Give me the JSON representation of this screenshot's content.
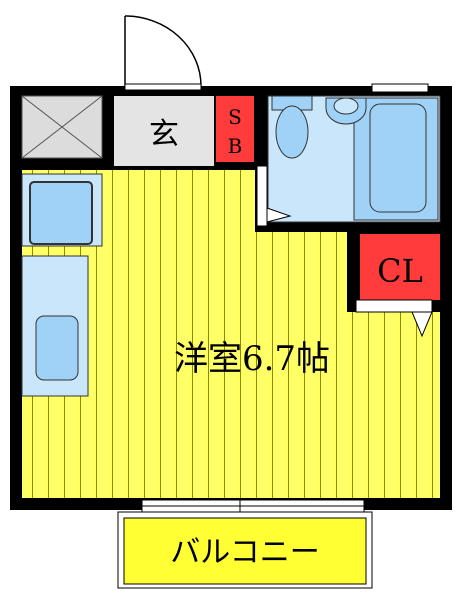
{
  "rooms": {
    "entrance": "玄",
    "shoe_box_line1": "S",
    "shoe_box_line2": "B",
    "closet": "CL",
    "western_room": "洋室6.7帖",
    "balcony": "バルコニー"
  },
  "colors": {
    "wall": "#000000",
    "floor_yellow": "#ffff66",
    "floor_stripe": "#8a8a00",
    "fixture_blue": "#9fd2f6",
    "fixture_light_blue": "#c9e6fb",
    "storage_red": "#ff3b3b",
    "entrance_gray": "#e4e4e4",
    "balcony_yellow": "#ffff33"
  },
  "icons": {
    "door_swing": "quarter-arc",
    "storage_cross": "x-box",
    "sink": "rounded-square",
    "toilet": "oval"
  }
}
